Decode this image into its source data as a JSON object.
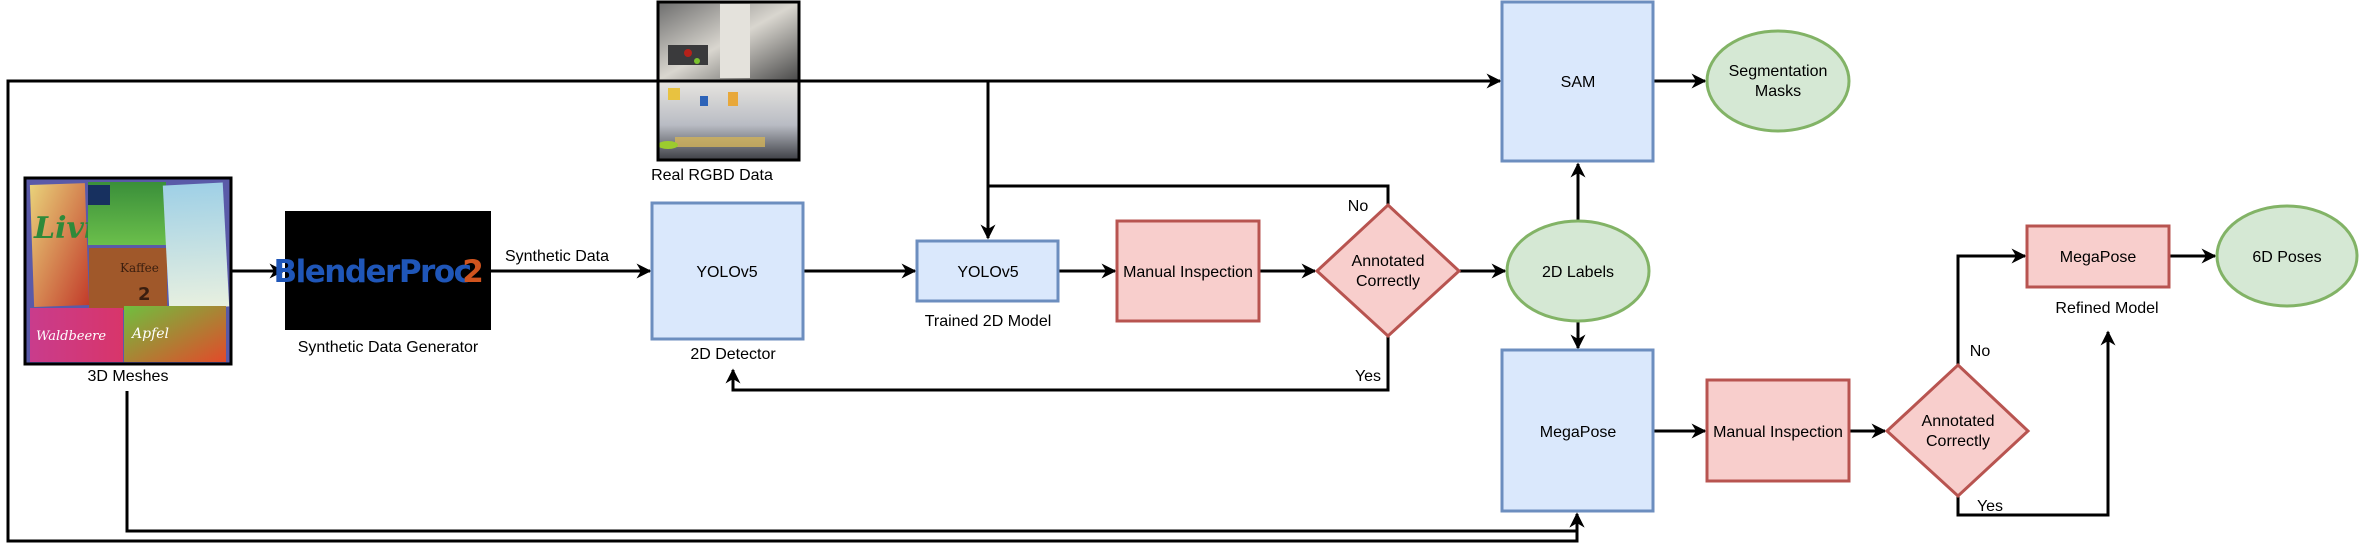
{
  "diagram": {
    "colors": {
      "process_fill": "#dae8fc",
      "process_stroke": "#6c8ebf",
      "inspection_fill": "#f8cecc",
      "inspection_stroke": "#b85450",
      "output_fill": "#d5e8d4",
      "output_stroke": "#82b366",
      "edge": "#000000"
    },
    "images": {
      "meshes": {
        "label": "3D Meshes",
        "icon": "product-packages-image"
      },
      "blenderproc": {
        "text_main": "BlenderProc",
        "text_num": "2",
        "label": "Synthetic Data Generator",
        "icon": "blenderproc-logo"
      },
      "rgbd": {
        "label": "Real RGBD Data",
        "icon": "kitchen-scene-image"
      }
    },
    "nodes": {
      "yolo_detector": {
        "text": "YOLOv5",
        "caption": "2D Detector"
      },
      "yolo_trained": {
        "text": "YOLOv5",
        "caption": "Trained 2D Model"
      },
      "inspection1": {
        "text": "Manual Inspection"
      },
      "decision1": {
        "line1": "Annotated",
        "line2": "Correctly"
      },
      "labels2d": {
        "text": "2D Labels"
      },
      "sam": {
        "text": "SAM"
      },
      "segmasks": {
        "line1": "Segmentation",
        "line2": "Masks"
      },
      "megapose": {
        "text": "MegaPose"
      },
      "inspection2": {
        "text": "Manual Inspection"
      },
      "decision2": {
        "line1": "Annotated",
        "line2": "Correctly"
      },
      "megapose_refined": {
        "text": "MegaPose",
        "caption": "Refined Model"
      },
      "poses6d": {
        "text": "6D Poses"
      }
    },
    "edge_labels": {
      "synthetic_data": "Synthetic Data",
      "decision1_no": "No",
      "decision1_yes": "Yes",
      "decision2_no": "No",
      "decision2_yes": "Yes"
    }
  }
}
